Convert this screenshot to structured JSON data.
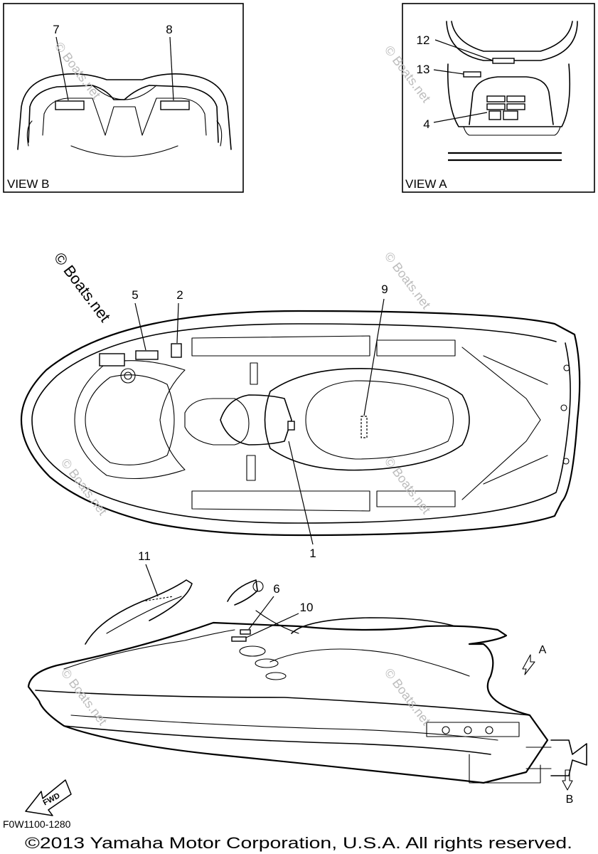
{
  "inset_b": {
    "view_label": "VIEW B",
    "callouts": [
      "7",
      "8"
    ]
  },
  "inset_a": {
    "view_label": "VIEW A",
    "callouts": [
      "12",
      "13",
      "4"
    ]
  },
  "top_view": {
    "callouts": [
      "5",
      "2",
      "9",
      "1"
    ]
  },
  "side_view": {
    "callouts": [
      "11",
      "6",
      "10"
    ],
    "arrow_a": "A",
    "arrow_b": "B",
    "fwd_label": "FWD"
  },
  "watermark": "© Boats.net",
  "figure_code": "F0W1100-1280",
  "copyright": "©2013 Yamaha Motor Corporation, U.S.A. All rights reserved."
}
